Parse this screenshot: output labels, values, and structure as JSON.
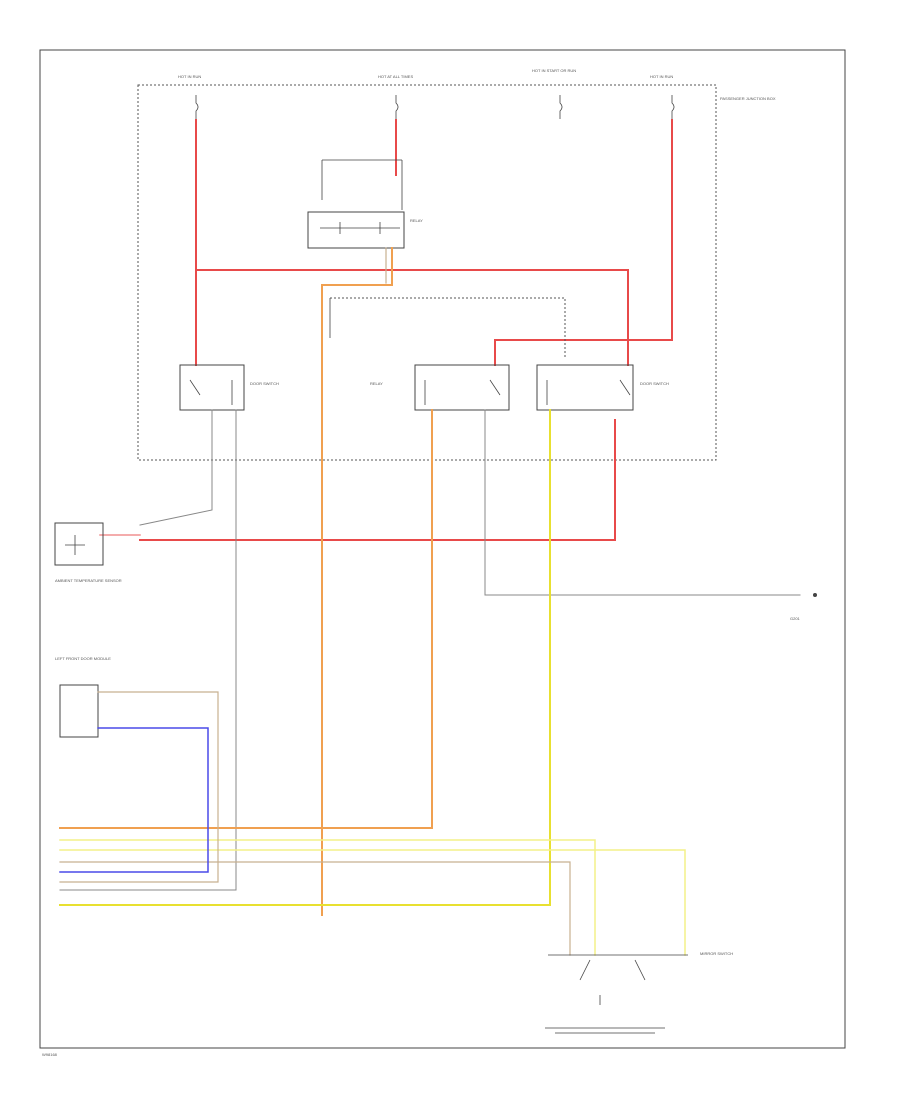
{
  "figure_code": "W98168",
  "fuse_labels": {
    "left": "HOT IN RUN",
    "center": "HOT AT ALL TIMES",
    "right_group": "HOT IN START OR RUN",
    "right": "HOT IN RUN"
  },
  "components": {
    "junction_block": "PASSENGER JUNCTION BOX",
    "sensor": "AMBIENT TEMPERATURE SENSOR",
    "left_rear_module": "LEFT FRONT DOOR MODULE",
    "right_ground": "G201",
    "switch_unit": "MIRROR SWITCH"
  },
  "wire_colors": {
    "red": "#e84a4a",
    "orange": "#f0a050",
    "yellow": "#e8e030",
    "blue": "#4a4ae8",
    "pink": "#f09090",
    "gray": "#888888",
    "tan": "#c8b090",
    "light_yellow": "#f4f088"
  },
  "icons": [
    "relay-switch-icon",
    "ground-icon",
    "connector-icon"
  ]
}
